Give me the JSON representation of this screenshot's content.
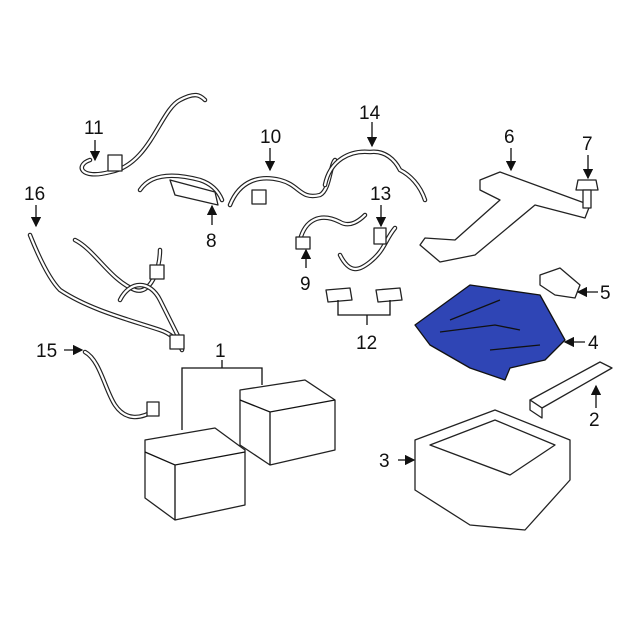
{
  "diagram": {
    "callouts": [
      "1",
      "2",
      "3",
      "4",
      "5",
      "6",
      "7",
      "8",
      "9",
      "10",
      "11",
      "12",
      "13",
      "14",
      "15",
      "16"
    ],
    "highlight_color": "#2f45b5"
  }
}
